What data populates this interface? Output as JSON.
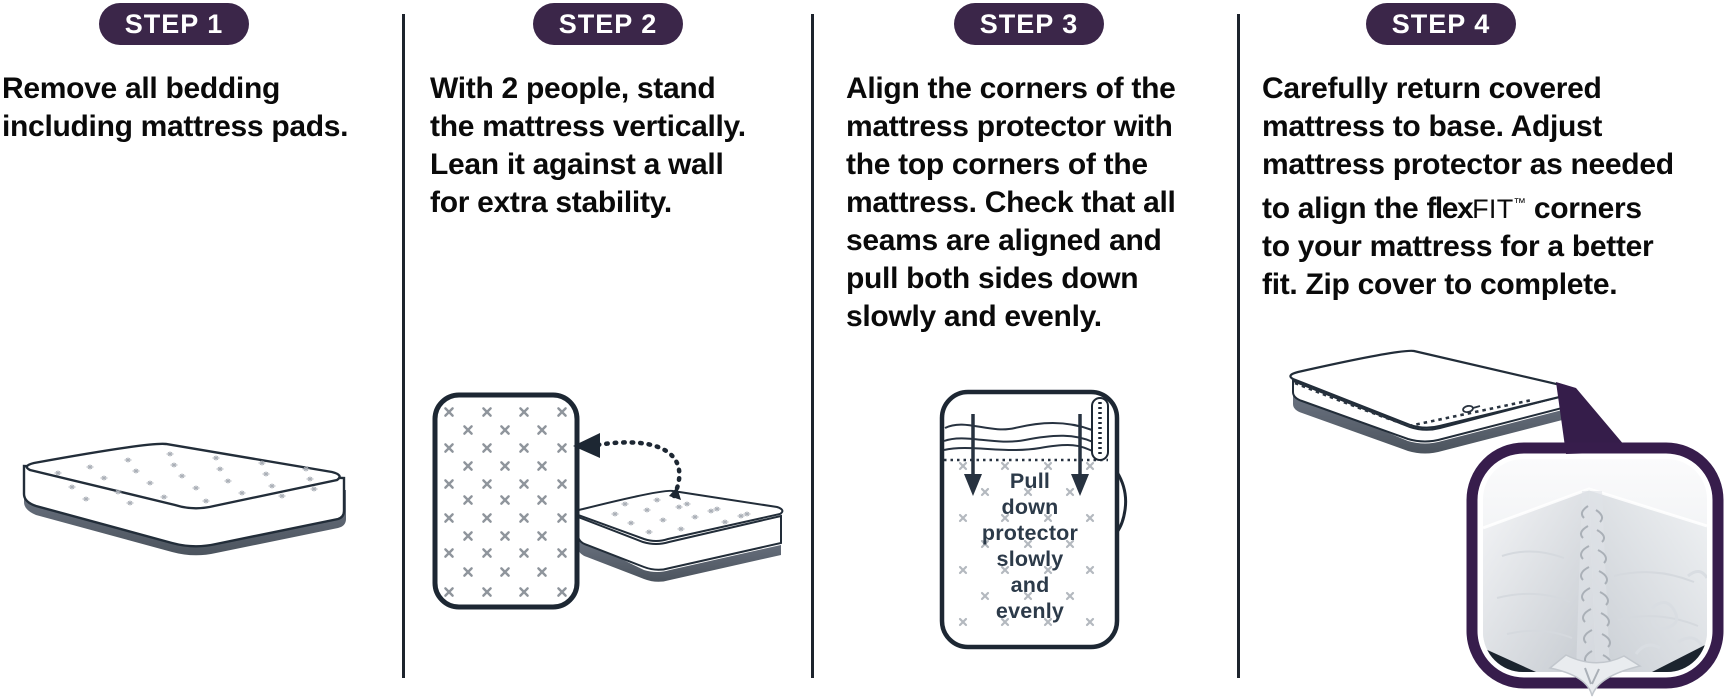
{
  "colors": {
    "badge_purple": "#3b2649",
    "callout_purple": "#371d4c",
    "outline_navy": "#1d2733",
    "divider": "#1d232c",
    "base_gray_top": "#646c78",
    "base_gray_bottom": "#4c545e",
    "mark_gray": "#8f959c",
    "text_black": "#0a0a0a",
    "note_navy": "#2c3a49"
  },
  "steps": [
    {
      "badge": "STEP 1",
      "lines": [
        "Remove all bedding",
        "including mattress pads."
      ]
    },
    {
      "badge": "STEP 2",
      "lines": [
        "With 2 people, stand",
        "the mattress vertically.",
        "Lean it against a wall",
        "for extra stability."
      ]
    },
    {
      "badge": "STEP 3",
      "lines": [
        "Align the corners of the",
        "mattress protector with",
        "the top corners of the",
        "mattress. Check that all",
        "seams are aligned and",
        "pull both sides down",
        "slowly and evenly."
      ],
      "illustration_note": {
        "lines": [
          "Pull",
          "down",
          "protector",
          "slowly",
          "and",
          "evenly"
        ]
      }
    },
    {
      "badge": "STEP 4",
      "lines_before": [
        "Carefully return covered",
        "mattress to base. Adjust",
        "mattress protector as needed"
      ],
      "logo_line": {
        "pre": "to align the ",
        "brand_flex": "flex",
        "brand_fit": "FIT",
        "trademark": "™",
        "post": " corners"
      },
      "lines_after": [
        "to your mattress for a better",
        "fit. Zip cover to complete."
      ]
    }
  ]
}
